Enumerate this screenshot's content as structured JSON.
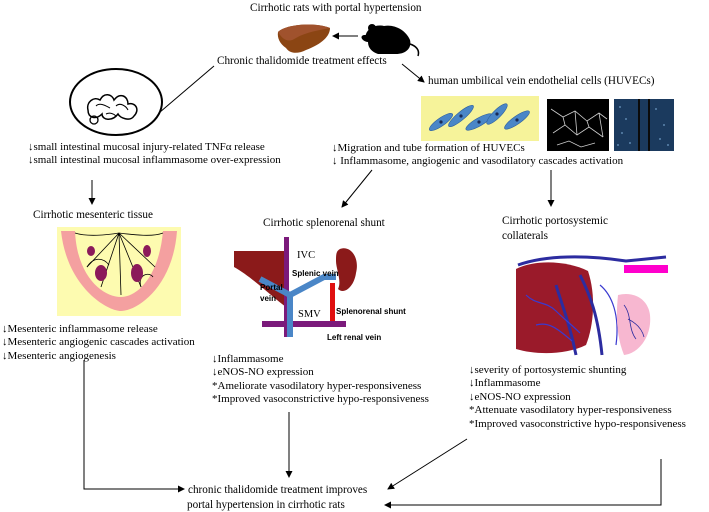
{
  "top": {
    "title": "Cirrhotic rats with portal hypertension",
    "treatment": "Chronic  thalidomide treatment effects",
    "huvec_title": "human umbilical vein endothelial cells (HUVECs)"
  },
  "intestine": {
    "lines": [
      "↓small intestinal mucosal injury-related TNFα  release",
      "↓small intestinal mucosal inflammasome over-expression"
    ]
  },
  "huvec": {
    "lines": [
      "↓Migration and tube formation of HUVECs",
      "↓ Inflammasome, angiogenic and vasodilatory cascades activation"
    ]
  },
  "mesenteric": {
    "title": "Cirrhotic mesenteric tissue",
    "effects": [
      "↓Mesenteric inflammasome release",
      "↓Mesenteric angiogenic cascades activation",
      "↓Mesenteric angiogenesis"
    ]
  },
  "splenorenal": {
    "title": "Cirrhotic splenorenal shunt",
    "labels": {
      "ivc": "IVC",
      "splenic_vein": "Splenic vein",
      "portal_vein_1": "Portal",
      "portal_vein_2": "vein",
      "smv": "SMV",
      "shunt": "Splenorenal shunt",
      "left_renal_vein": "Left renal vein"
    },
    "effects": [
      "↓Inflammasome",
      "↓eNOS-NO expression",
      "*Ameliorate vasodilatory hyper-responsiveness",
      "*Improved vasoconstrictive hypo-responsiveness"
    ]
  },
  "portosystemic": {
    "title_1": "Cirrhotic portosystemic",
    "title_2": "collaterals",
    "effects": [
      "↓severity of portosystemic shunting",
      "↓Inflammasome",
      "↓eNOS-NO expression",
      "*Attenuate vasodilatory hyper-responsiveness",
      "*Improved vasoconstrictive hypo-responsiveness"
    ]
  },
  "conclusion": {
    "line1": "chronic thalidomide treatment improves",
    "line2": "portal hypertension in cirrhotic rats"
  },
  "colors": {
    "liver": "#8b1a1a",
    "ivc": "#7b1a7b",
    "portal": "#4a86c7",
    "shunt": "#e01010",
    "mesentery_bg": "#fdfbb0",
    "mesentery_band": "#f4a0a0"
  }
}
